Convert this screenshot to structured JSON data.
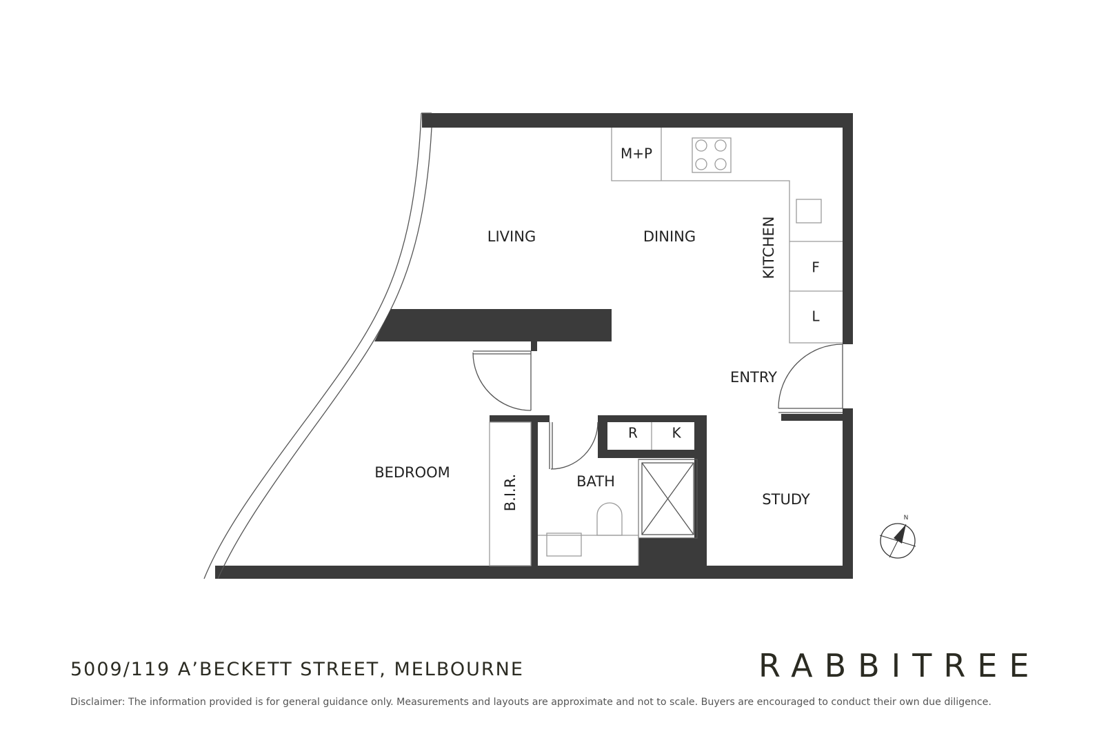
{
  "rooms": {
    "living": "LIVING",
    "dining": "DINING",
    "kitchen": "KITCHEN",
    "entry": "ENTRY",
    "bedroom": "BEDROOM",
    "bir": "B.I.R.",
    "bath": "BATH",
    "study": "STUDY"
  },
  "fixtures": {
    "microwave_pantry": "M+P",
    "fridge": "F",
    "laundry": "L",
    "r": "R",
    "k": "K"
  },
  "compass": {
    "north": "N"
  },
  "footer": {
    "address": "5009/119 A’BECKETT STREET, MELBOURNE",
    "brand": "RABBITREE",
    "disclaimer": "Disclaimer: The information provided is for general guidance only. Measurements and layouts are approximate and not to scale. Buyers are encouraged to conduct their own due diligence."
  },
  "colors": {
    "wall": "#3b3b3b",
    "line": "#9a9a9a",
    "text": "#222222"
  }
}
